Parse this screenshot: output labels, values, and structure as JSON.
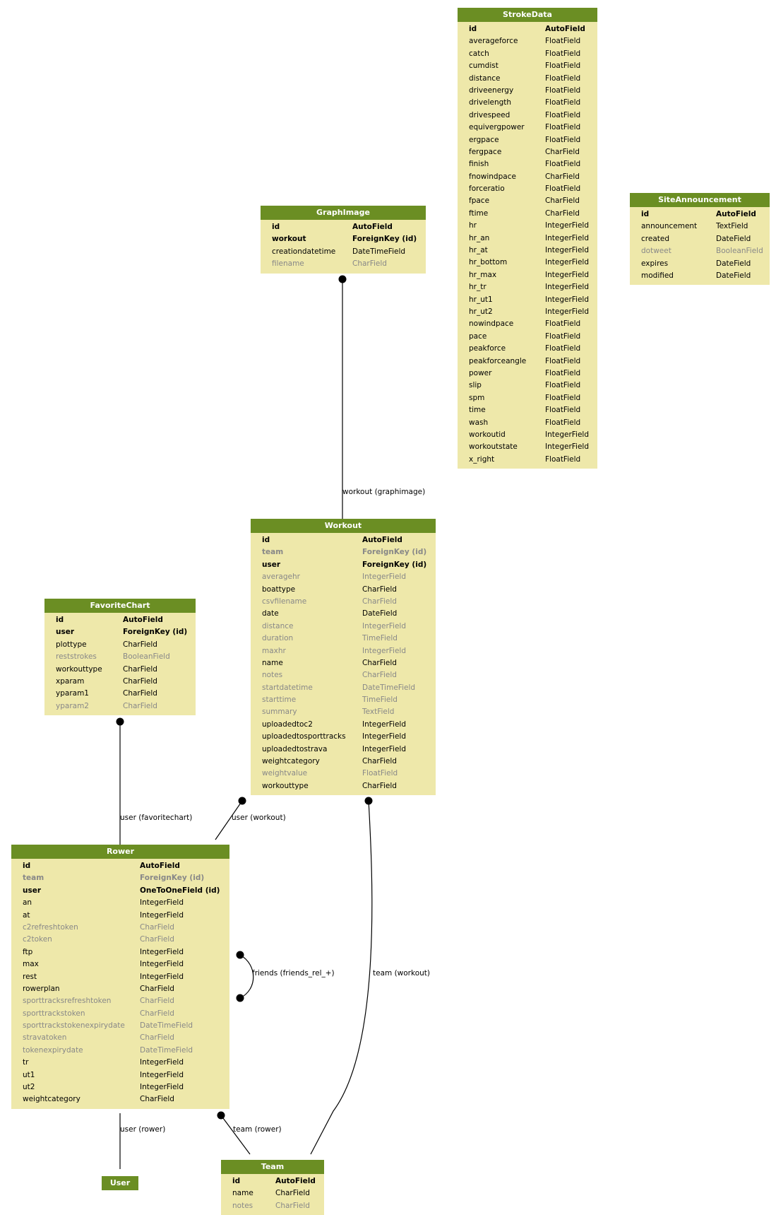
{
  "colors": {
    "header_bg": "#6b8e23",
    "body_bg": "#eee8aa",
    "nullable_text": "#888888",
    "edge": "#000000"
  },
  "models": [
    {
      "id": "strokedata",
      "name": "StrokeData",
      "fields": [
        {
          "name": "id",
          "type": "AutoField",
          "style": "key"
        },
        {
          "name": "averageforce",
          "type": "FloatField",
          "style": "normal"
        },
        {
          "name": "catch",
          "type": "FloatField",
          "style": "normal"
        },
        {
          "name": "cumdist",
          "type": "FloatField",
          "style": "normal"
        },
        {
          "name": "distance",
          "type": "FloatField",
          "style": "normal"
        },
        {
          "name": "driveenergy",
          "type": "FloatField",
          "style": "normal"
        },
        {
          "name": "drivelength",
          "type": "FloatField",
          "style": "normal"
        },
        {
          "name": "drivespeed",
          "type": "FloatField",
          "style": "normal"
        },
        {
          "name": "equivergpower",
          "type": "FloatField",
          "style": "normal"
        },
        {
          "name": "ergpace",
          "type": "FloatField",
          "style": "normal"
        },
        {
          "name": "fergpace",
          "type": "CharField",
          "style": "normal"
        },
        {
          "name": "finish",
          "type": "FloatField",
          "style": "normal"
        },
        {
          "name": "fnowindpace",
          "type": "CharField",
          "style": "normal"
        },
        {
          "name": "forceratio",
          "type": "FloatField",
          "style": "normal"
        },
        {
          "name": "fpace",
          "type": "CharField",
          "style": "normal"
        },
        {
          "name": "ftime",
          "type": "CharField",
          "style": "normal"
        },
        {
          "name": "hr",
          "type": "IntegerField",
          "style": "normal"
        },
        {
          "name": "hr_an",
          "type": "IntegerField",
          "style": "normal"
        },
        {
          "name": "hr_at",
          "type": "IntegerField",
          "style": "normal"
        },
        {
          "name": "hr_bottom",
          "type": "IntegerField",
          "style": "normal"
        },
        {
          "name": "hr_max",
          "type": "IntegerField",
          "style": "normal"
        },
        {
          "name": "hr_tr",
          "type": "IntegerField",
          "style": "normal"
        },
        {
          "name": "hr_ut1",
          "type": "IntegerField",
          "style": "normal"
        },
        {
          "name": "hr_ut2",
          "type": "IntegerField",
          "style": "normal"
        },
        {
          "name": "nowindpace",
          "type": "FloatField",
          "style": "normal"
        },
        {
          "name": "pace",
          "type": "FloatField",
          "style": "normal"
        },
        {
          "name": "peakforce",
          "type": "FloatField",
          "style": "normal"
        },
        {
          "name": "peakforceangle",
          "type": "FloatField",
          "style": "normal"
        },
        {
          "name": "power",
          "type": "FloatField",
          "style": "normal"
        },
        {
          "name": "slip",
          "type": "FloatField",
          "style": "normal"
        },
        {
          "name": "spm",
          "type": "FloatField",
          "style": "normal"
        },
        {
          "name": "time",
          "type": "FloatField",
          "style": "normal"
        },
        {
          "name": "wash",
          "type": "FloatField",
          "style": "normal"
        },
        {
          "name": "workoutid",
          "type": "IntegerField",
          "style": "normal"
        },
        {
          "name": "workoutstate",
          "type": "IntegerField",
          "style": "normal"
        },
        {
          "name": "x_right",
          "type": "FloatField",
          "style": "normal"
        }
      ]
    },
    {
      "id": "siteannouncement",
      "name": "SiteAnnouncement",
      "fields": [
        {
          "name": "id",
          "type": "AutoField",
          "style": "key"
        },
        {
          "name": "announcement",
          "type": "TextField",
          "style": "normal"
        },
        {
          "name": "created",
          "type": "DateField",
          "style": "normal"
        },
        {
          "name": "dotweet",
          "type": "BooleanField",
          "style": "nullable"
        },
        {
          "name": "expires",
          "type": "DateField",
          "style": "normal"
        },
        {
          "name": "modified",
          "type": "DateField",
          "style": "normal"
        }
      ]
    },
    {
      "id": "graphimage",
      "name": "GraphImage",
      "fields": [
        {
          "name": "id",
          "type": "AutoField",
          "style": "key"
        },
        {
          "name": "workout",
          "type": "ForeignKey (id)",
          "style": "key"
        },
        {
          "name": "creationdatetime",
          "type": "DateTimeField",
          "style": "normal"
        },
        {
          "name": "filename",
          "type": "CharField",
          "style": "nullable"
        }
      ]
    },
    {
      "id": "workout",
      "name": "Workout",
      "fields": [
        {
          "name": "id",
          "type": "AutoField",
          "style": "key"
        },
        {
          "name": "team",
          "type": "ForeignKey (id)",
          "style": "nullable key"
        },
        {
          "name": "user",
          "type": "ForeignKey (id)",
          "style": "key"
        },
        {
          "name": "averagehr",
          "type": "IntegerField",
          "style": "nullable"
        },
        {
          "name": "boattype",
          "type": "CharField",
          "style": "normal"
        },
        {
          "name": "csvfilename",
          "type": "CharField",
          "style": "nullable"
        },
        {
          "name": "date",
          "type": "DateField",
          "style": "normal"
        },
        {
          "name": "distance",
          "type": "IntegerField",
          "style": "nullable"
        },
        {
          "name": "duration",
          "type": "TimeField",
          "style": "nullable"
        },
        {
          "name": "maxhr",
          "type": "IntegerField",
          "style": "nullable"
        },
        {
          "name": "name",
          "type": "CharField",
          "style": "normal"
        },
        {
          "name": "notes",
          "type": "CharField",
          "style": "nullable"
        },
        {
          "name": "startdatetime",
          "type": "DateTimeField",
          "style": "nullable"
        },
        {
          "name": "starttime",
          "type": "TimeField",
          "style": "nullable"
        },
        {
          "name": "summary",
          "type": "TextField",
          "style": "nullable"
        },
        {
          "name": "uploadedtoc2",
          "type": "IntegerField",
          "style": "normal"
        },
        {
          "name": "uploadedtosporttracks",
          "type": "IntegerField",
          "style": "normal"
        },
        {
          "name": "uploadedtostrava",
          "type": "IntegerField",
          "style": "normal"
        },
        {
          "name": "weightcategory",
          "type": "CharField",
          "style": "normal"
        },
        {
          "name": "weightvalue",
          "type": "FloatField",
          "style": "nullable"
        },
        {
          "name": "workouttype",
          "type": "CharField",
          "style": "normal"
        }
      ]
    },
    {
      "id": "favoritechart",
      "name": "FavoriteChart",
      "fields": [
        {
          "name": "id",
          "type": "AutoField",
          "style": "key"
        },
        {
          "name": "user",
          "type": "ForeignKey (id)",
          "style": "key"
        },
        {
          "name": "plottype",
          "type": "CharField",
          "style": "normal"
        },
        {
          "name": "reststrokes",
          "type": "BooleanField",
          "style": "nullable"
        },
        {
          "name": "workouttype",
          "type": "CharField",
          "style": "normal"
        },
        {
          "name": "xparam",
          "type": "CharField",
          "style": "normal"
        },
        {
          "name": "yparam1",
          "type": "CharField",
          "style": "normal"
        },
        {
          "name": "yparam2",
          "type": "CharField",
          "style": "nullable"
        }
      ]
    },
    {
      "id": "rower",
      "name": "Rower",
      "fields": [
        {
          "name": "id",
          "type": "AutoField",
          "style": "key"
        },
        {
          "name": "team",
          "type": "ForeignKey (id)",
          "style": "nullable key"
        },
        {
          "name": "user",
          "type": "OneToOneField (id)",
          "style": "key"
        },
        {
          "name": "an",
          "type": "IntegerField",
          "style": "normal"
        },
        {
          "name": "at",
          "type": "IntegerField",
          "style": "normal"
        },
        {
          "name": "c2refreshtoken",
          "type": "CharField",
          "style": "nullable"
        },
        {
          "name": "c2token",
          "type": "CharField",
          "style": "nullable"
        },
        {
          "name": "ftp",
          "type": "IntegerField",
          "style": "normal"
        },
        {
          "name": "max",
          "type": "IntegerField",
          "style": "normal"
        },
        {
          "name": "rest",
          "type": "IntegerField",
          "style": "normal"
        },
        {
          "name": "rowerplan",
          "type": "CharField",
          "style": "normal"
        },
        {
          "name": "sporttracksrefreshtoken",
          "type": "CharField",
          "style": "nullable"
        },
        {
          "name": "sporttrackstoken",
          "type": "CharField",
          "style": "nullable"
        },
        {
          "name": "sporttrackstokenexpirydate",
          "type": "DateTimeField",
          "style": "nullable"
        },
        {
          "name": "stravatoken",
          "type": "CharField",
          "style": "nullable"
        },
        {
          "name": "tokenexpirydate",
          "type": "DateTimeField",
          "style": "nullable"
        },
        {
          "name": "tr",
          "type": "IntegerField",
          "style": "normal"
        },
        {
          "name": "ut1",
          "type": "IntegerField",
          "style": "normal"
        },
        {
          "name": "ut2",
          "type": "IntegerField",
          "style": "normal"
        },
        {
          "name": "weightcategory",
          "type": "CharField",
          "style": "normal"
        }
      ]
    },
    {
      "id": "user",
      "name": "User",
      "fields": []
    },
    {
      "id": "team",
      "name": "Team",
      "fields": [
        {
          "name": "id",
          "type": "AutoField",
          "style": "key"
        },
        {
          "name": "name",
          "type": "CharField",
          "style": "normal"
        },
        {
          "name": "notes",
          "type": "CharField",
          "style": "nullable"
        }
      ]
    }
  ],
  "relations": [
    {
      "id": "graphimage-workout",
      "label": "workout (graphimage)",
      "from": "graphimage",
      "to": "workout"
    },
    {
      "id": "favoritechart-rower",
      "label": "user (favoritechart)",
      "from": "favoritechart",
      "to": "rower"
    },
    {
      "id": "workout-rower",
      "label": "user (workout)",
      "from": "workout",
      "to": "rower"
    },
    {
      "id": "rower-friends",
      "label": "friends (friends_rel_+)",
      "from": "rower",
      "to": "rower"
    },
    {
      "id": "workout-team",
      "label": "team (workout)",
      "from": "workout",
      "to": "team"
    },
    {
      "id": "rower-user",
      "label": "user (rower)",
      "from": "rower",
      "to": "user"
    },
    {
      "id": "rower-team",
      "label": "team (rower)",
      "from": "rower",
      "to": "team"
    }
  ]
}
